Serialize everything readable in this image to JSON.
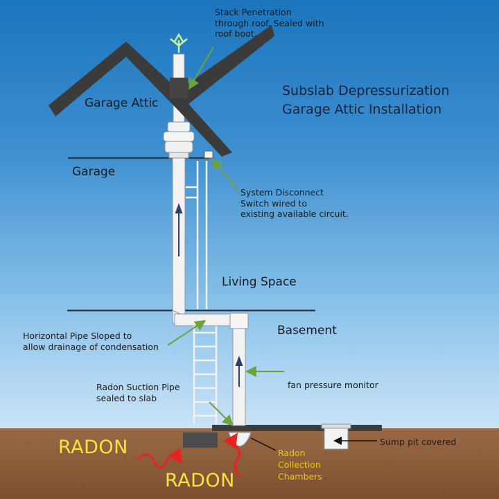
{
  "title": {
    "line1": "Subslab Depressurization",
    "line2": "Garage Attic Installation"
  },
  "areas": {
    "attic": "Garage Attic",
    "garage": "Garage",
    "living": "Living Space",
    "basement": "Basement"
  },
  "callouts": {
    "stack": [
      "Stack Penetration",
      "through roof. Sealed with",
      "roof boot."
    ],
    "disconnect": [
      "System Disconnect",
      "Switch wired to",
      "existing available circuit."
    ],
    "horizontal": [
      "Horizontal Pipe Sloped to",
      "allow drainage of condensation"
    ],
    "fan_monitor": "fan pressure monitor",
    "suction": [
      "Radon Suction Pipe",
      "sealed to slab"
    ],
    "sump": "Sump pit covered",
    "chambers": [
      "Radon",
      "Collection",
      "Chambers"
    ]
  },
  "radon": {
    "label_top": "RADON",
    "label_bottom": "RADON"
  },
  "colors": {
    "sky_top": "#1c75bc",
    "sky_bottom": "#e4f1fb",
    "soil": "#8a5a38",
    "roof": "#3b3b3b",
    "pipe": "#f2f2f2",
    "callout_arrow": "#6ea33a",
    "radon_text": "#f6e53a",
    "radon_arrow": "#e8231f",
    "chamber_text": "#f2c70a",
    "exhaust_arrow": "#c9f29a"
  }
}
